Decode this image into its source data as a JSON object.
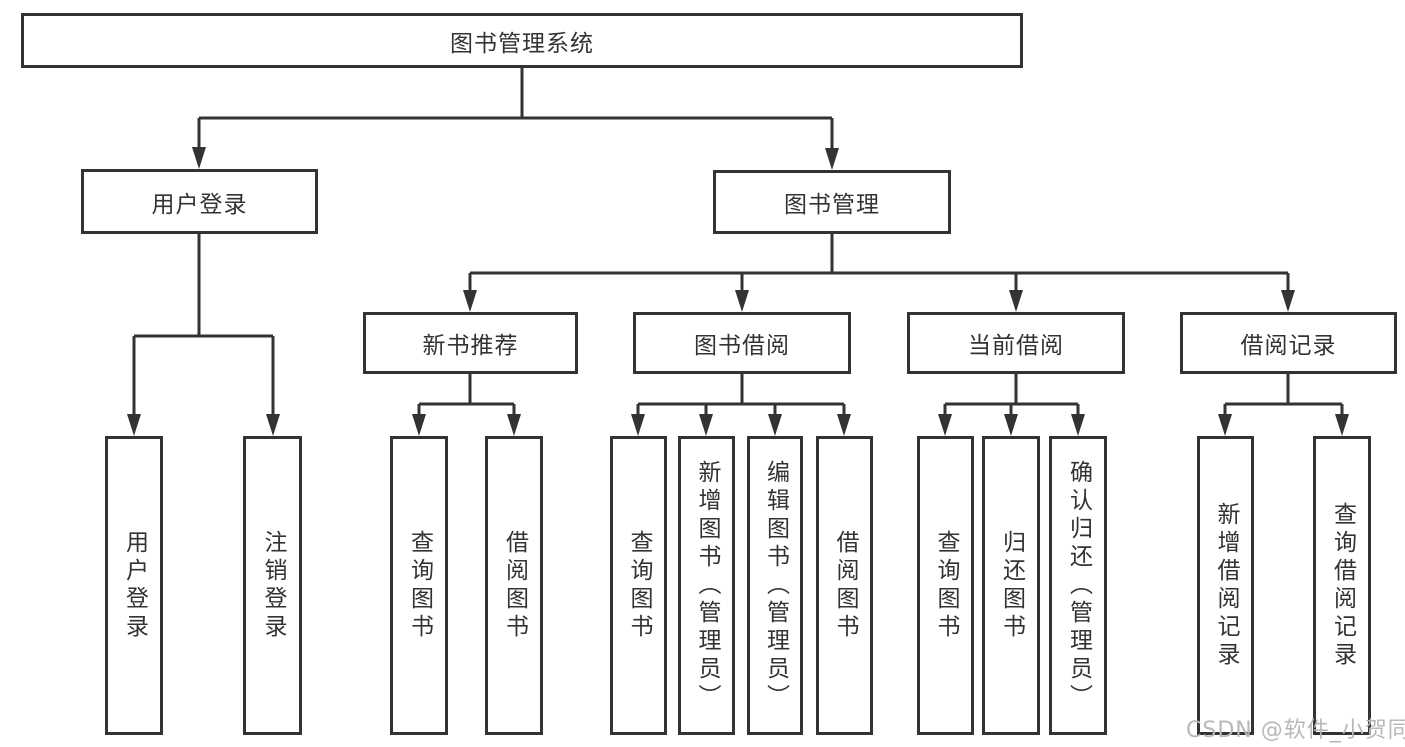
{
  "tree": {
    "label": "图书管理系统",
    "children": [
      {
        "label": "用户登录",
        "children": [
          {
            "label": "用户登录"
          },
          {
            "label": "注销登录"
          }
        ]
      },
      {
        "label": "图书管理",
        "children": [
          {
            "label": "新书推荐",
            "children": [
              {
                "label": "查询图书"
              },
              {
                "label": "借阅图书"
              }
            ]
          },
          {
            "label": "图书借阅",
            "children": [
              {
                "label": "查询图书"
              },
              {
                "label": "新增图书（管理员）"
              },
              {
                "label": "编辑图书（管理员）"
              },
              {
                "label": "借阅图书"
              }
            ]
          },
          {
            "label": "当前借阅",
            "children": [
              {
                "label": "查询图书"
              },
              {
                "label": "归还图书"
              },
              {
                "label": "确认归还（管理员）"
              }
            ]
          },
          {
            "label": "借阅记录",
            "children": [
              {
                "label": "新增借阅记录"
              },
              {
                "label": "查询借阅记录"
              }
            ]
          }
        ]
      }
    ]
  },
  "watermark": {
    "text": "CSDN @软件_小贺同学"
  },
  "colors": {
    "line": "#333333",
    "text": "#333333",
    "box_background": "#ffffff",
    "watermark": "#b8b8b8",
    "background": "#ffffff"
  }
}
